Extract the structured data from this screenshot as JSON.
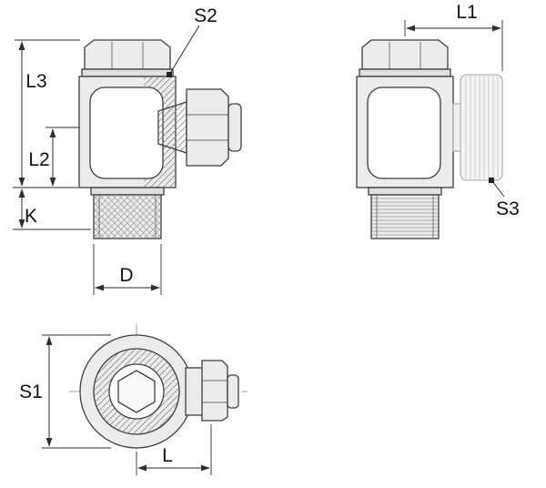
{
  "drawing": {
    "type": "technical-drawing",
    "subject": "Banjo swivel elbow fitting, three orthographic views with dimension callouts",
    "labels": {
      "s2": "S2",
      "l3": "L3",
      "l2": "L2",
      "k": "K",
      "d": "D",
      "l1": "L1",
      "s3": "S3",
      "s1": "S1",
      "l": "L"
    },
    "colors": {
      "line": "#3d3d3d",
      "metal_fill": "#ececec",
      "hatch": "#8a8a8a",
      "background": "#ffffff"
    }
  }
}
